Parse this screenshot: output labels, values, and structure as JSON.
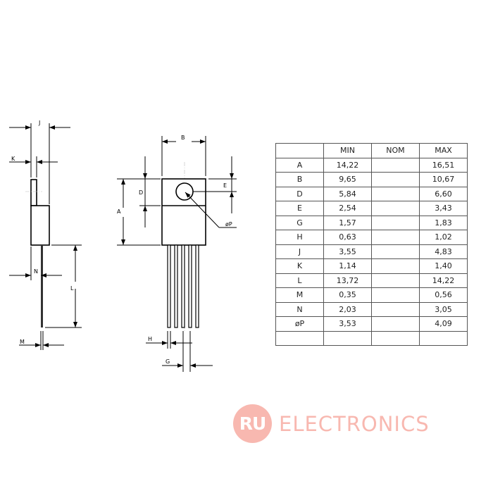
{
  "drawing": {
    "labels": {
      "J": "J",
      "K": "K",
      "N": "N",
      "L": "L",
      "M": "M",
      "B": "B",
      "A": "A",
      "D": "D",
      "E": "E",
      "P": "øP",
      "H": "H",
      "G": "G"
    }
  },
  "table": {
    "headers": [
      "",
      "MIN",
      "NOM",
      "MAX"
    ],
    "rows": [
      [
        "A",
        "14,22",
        "",
        "16,51"
      ],
      [
        "B",
        "9,65",
        "",
        "10,67"
      ],
      [
        "D",
        "5,84",
        "",
        "6,60"
      ],
      [
        "E",
        "2,54",
        "",
        "3,43"
      ],
      [
        "G",
        "1,57",
        "",
        "1,83"
      ],
      [
        "H",
        "0,63",
        "",
        "1,02"
      ],
      [
        "J",
        "3,55",
        "",
        "4,83"
      ],
      [
        "K",
        "1,14",
        "",
        "1,40"
      ],
      [
        "L",
        "13,72",
        "",
        "14,22"
      ],
      [
        "M",
        "0,35",
        "",
        "0,56"
      ],
      [
        "N",
        "2,03",
        "",
        "3,05"
      ],
      [
        "øP",
        "3,53",
        "",
        "4,09"
      ],
      [
        "",
        "",
        "",
        ""
      ]
    ]
  },
  "logo": {
    "badge": "RU",
    "text": "ELECTRONICS",
    "color": "#f8b8b0"
  }
}
